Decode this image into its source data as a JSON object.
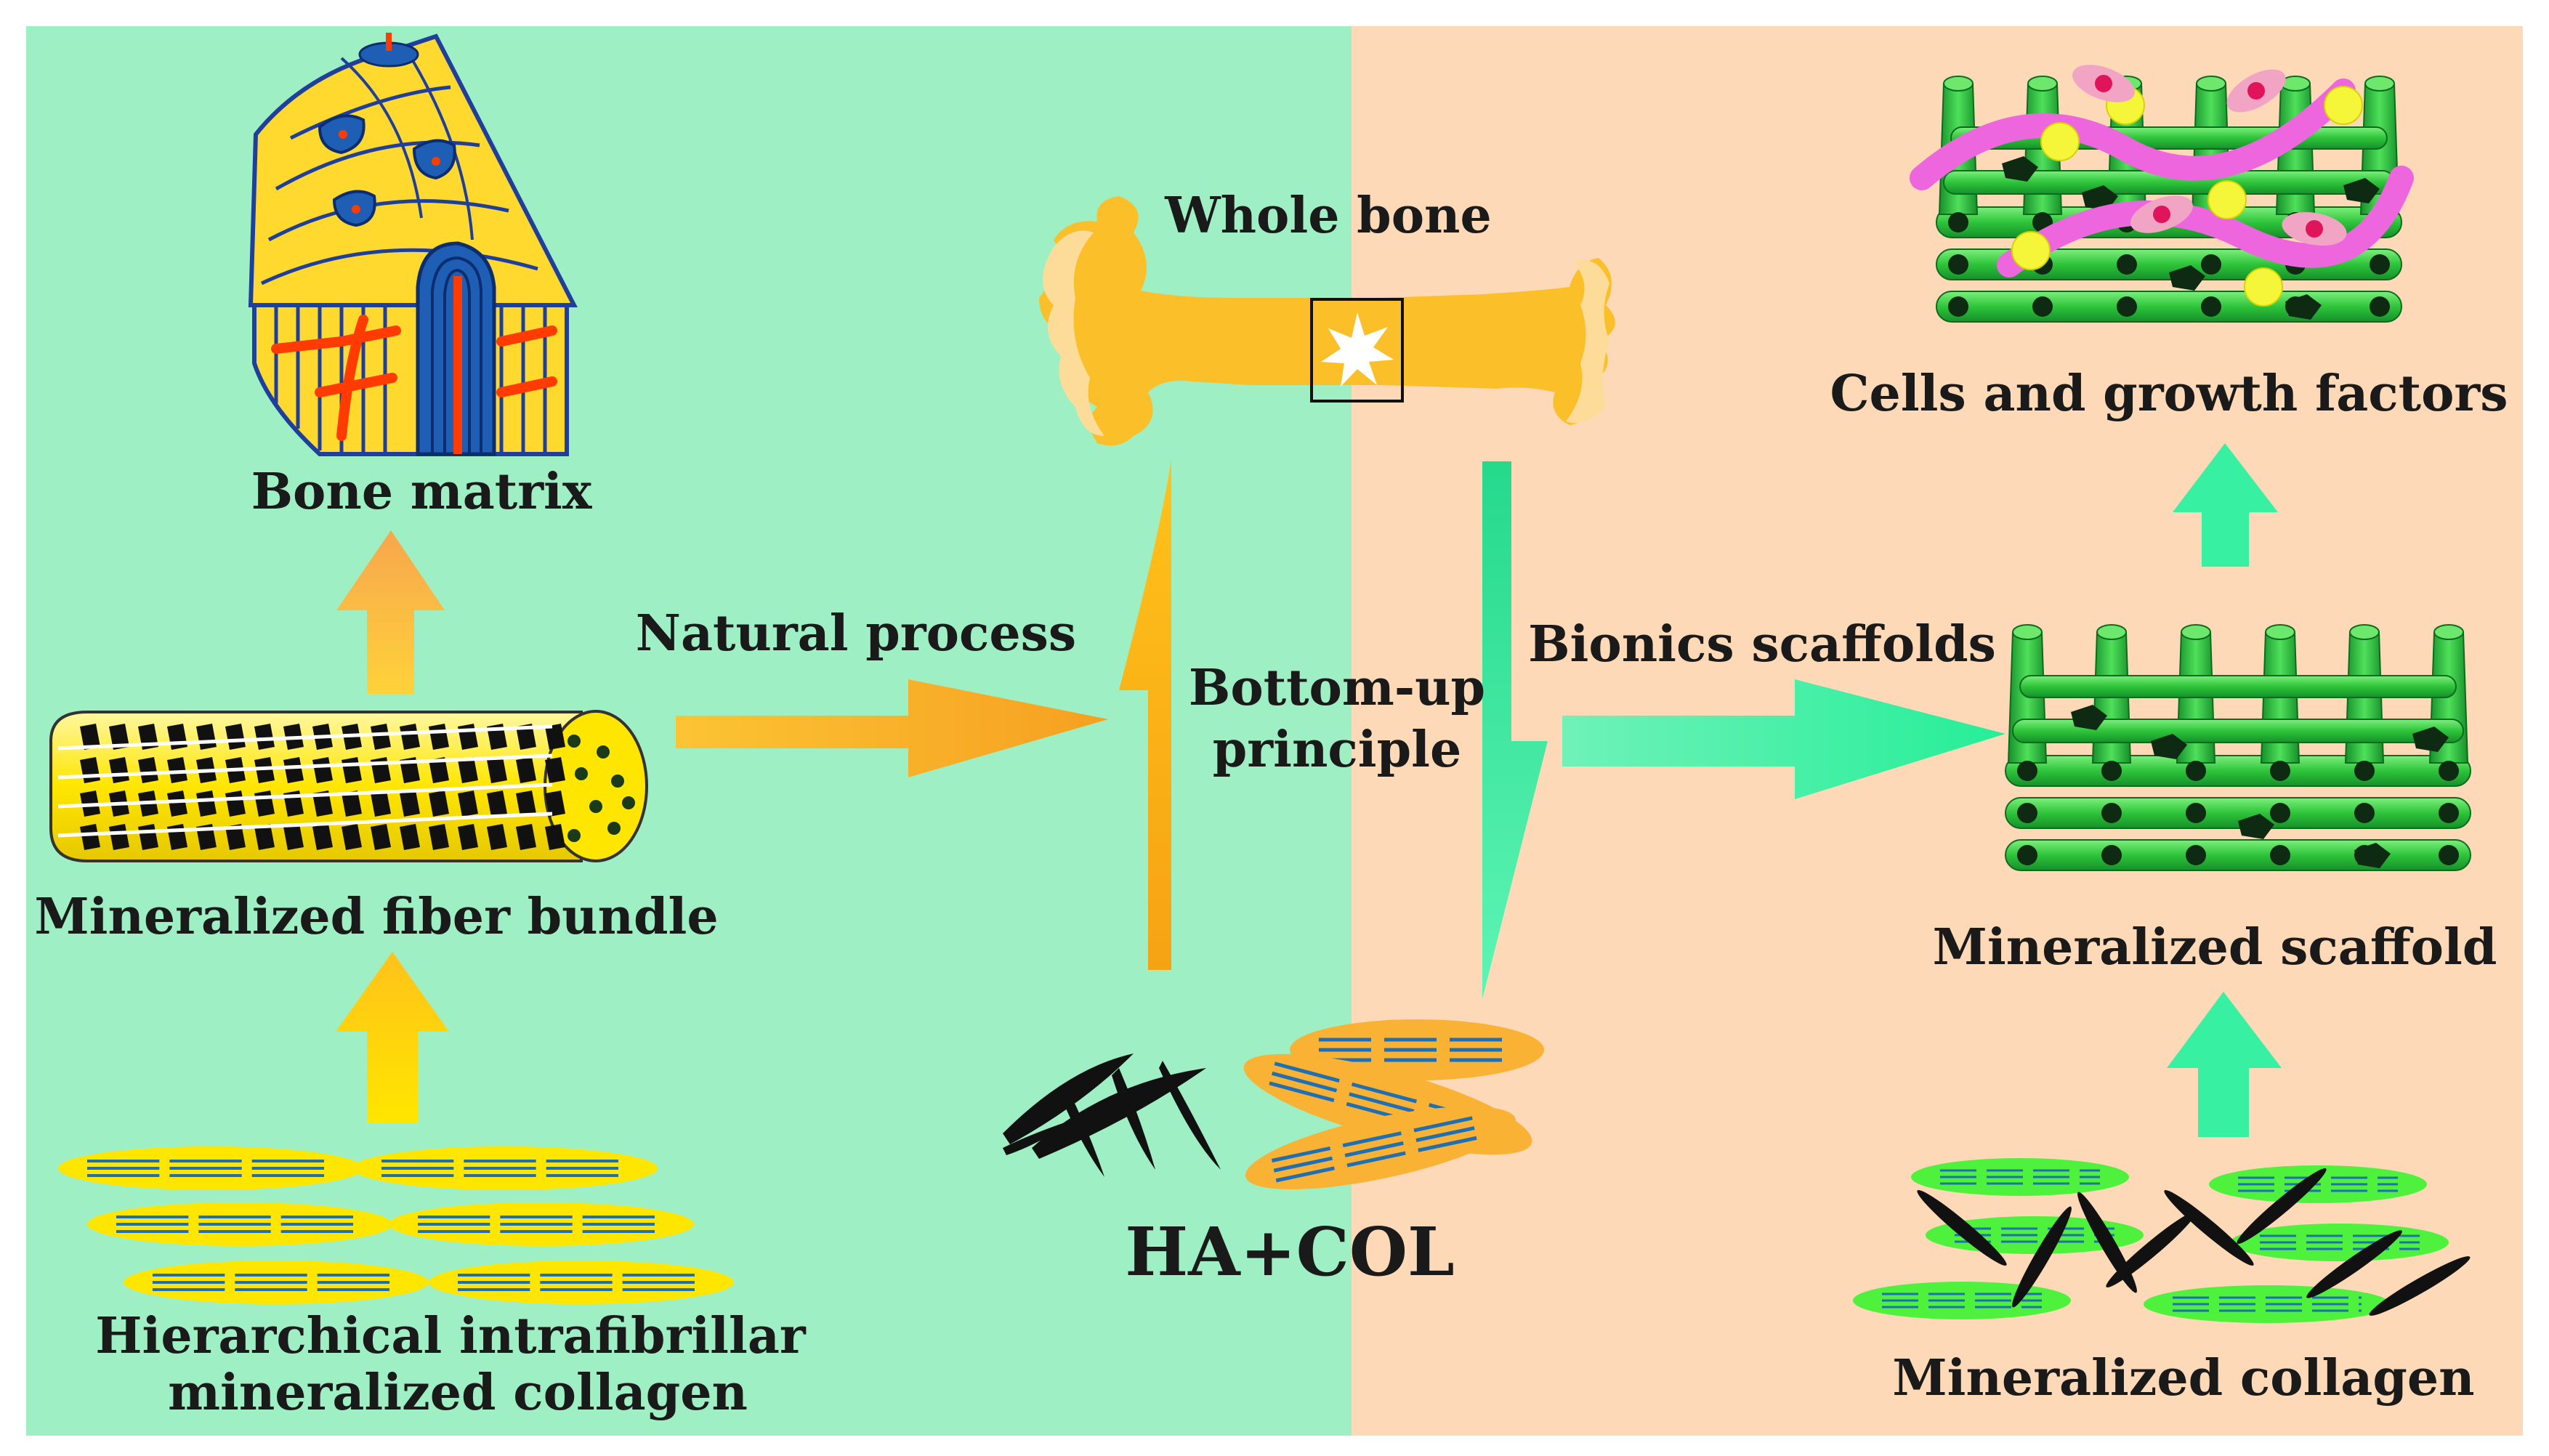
{
  "colors": {
    "left_bg": "#9fefc4",
    "right_bg": "#fdd9b8",
    "orange": "#f9b233",
    "yellow": "#ffe600",
    "green_scaffold": "#2ec43a",
    "mint_arrow": "#35f0a0",
    "blue_fibril": "#1e6fb5",
    "pink_strand": "#ee66dd",
    "red_fiber": "#ff2a00"
  },
  "labels": {
    "bone_matrix": "Bone matrix",
    "whole_bone": "Whole bone",
    "cells_growth": "Cells and growth factors",
    "natural_process": "Natural process",
    "bottom_up_line1": "Bottom-up",
    "bottom_up_line2": "principle",
    "bionics_scaffolds": "Bionics scaffolds",
    "fiber_bundle": "Mineralized fiber bundle",
    "mineralized_scaffold": "Mineralized scaffold",
    "hierarchical_line1": "Hierarchical intrafibrillar",
    "hierarchical_line2": "mineralized collagen",
    "ha_col": "HA+COL",
    "mineralized_collagen": "Mineralized collagen"
  }
}
